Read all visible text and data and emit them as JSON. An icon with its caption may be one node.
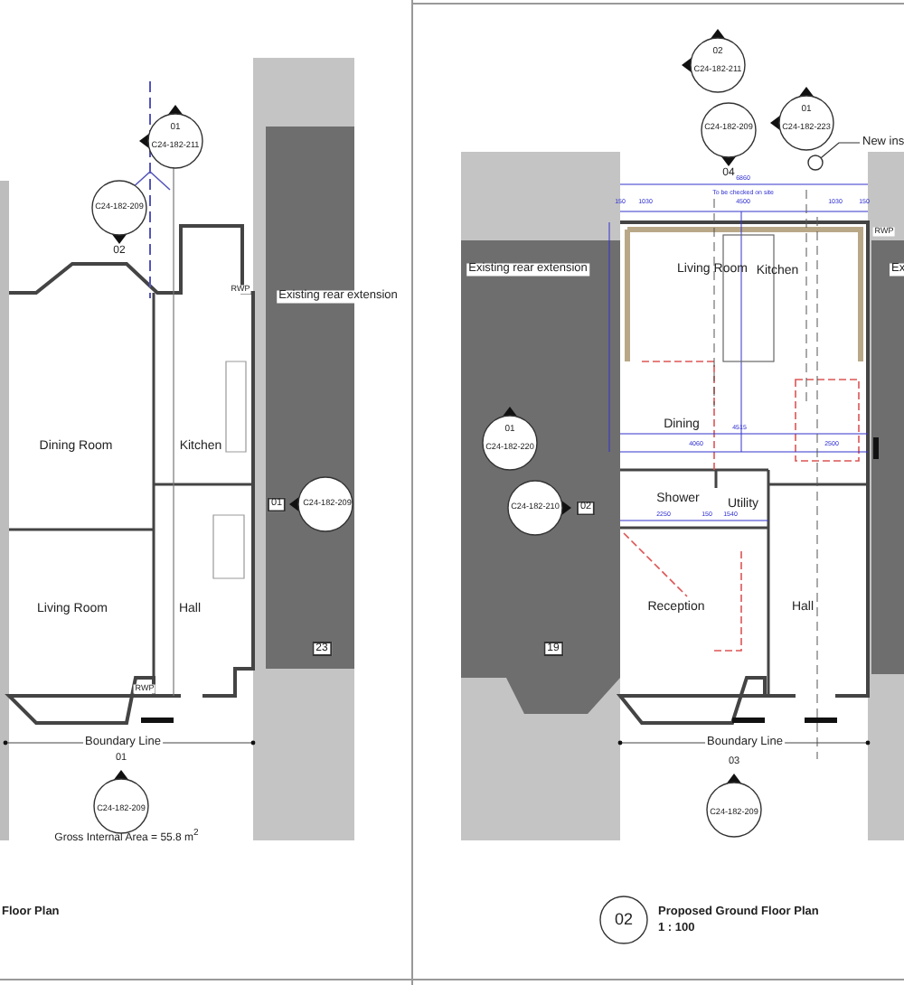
{
  "diagram": {
    "nodes": [
      {
        "text": [
          "01",
          "C24-182-211"
        ]
      },
      {
        "text": [
          "C24-182-209",
          "02"
        ]
      },
      {
        "text": [
          "01",
          "C24-182-209"
        ]
      },
      {
        "text": [
          "01",
          "C24-182-209"
        ]
      },
      {
        "text": [
          "02",
          "C24-182-211"
        ]
      },
      {
        "text": [
          "C24-182-209",
          "04"
        ]
      },
      {
        "text": [
          "01",
          "C24-182-223"
        ]
      },
      {
        "text": [
          "New ins"
        ]
      },
      {
        "text": [],
        "shape": "circle"
      },
      {
        "text": [
          "01",
          "C24-182-220"
        ]
      },
      {
        "text": [
          "C24-182-210",
          "02"
        ]
      },
      {
        "text": [
          "03",
          "C24-182-209"
        ]
      },
      {
        "text": [
          "02"
        ],
        "beside": [
          "Proposed Ground Floor Plan",
          "1 : 100"
        ]
      }
    ],
    "edges": [
      {
        "from": 7,
        "to": 8,
        "arrow": "none"
      }
    ],
    "labels": [
      "RWP",
      "Existing rear extension",
      "Dining Room",
      "Kitchen",
      "Living Room",
      "Hall",
      "23",
      "RWP",
      "Boundary Line",
      "Gross Internal Area = 55.8 m$^{2}$",
      "Floor Plan",
      "6860",
      "To be checked on site",
      "150",
      "1030",
      "4500",
      "1030",
      "150",
      "RWP",
      "Existing rear extension",
      "Living Room",
      "Kitchen",
      "Ex",
      "Dining",
      "4515",
      "4060",
      "2500",
      "Shower",
      "Utility",
      "2250",
      "150",
      "1540",
      "Reception",
      "Hall",
      "19",
      "Boundary Line"
    ]
  }
}
